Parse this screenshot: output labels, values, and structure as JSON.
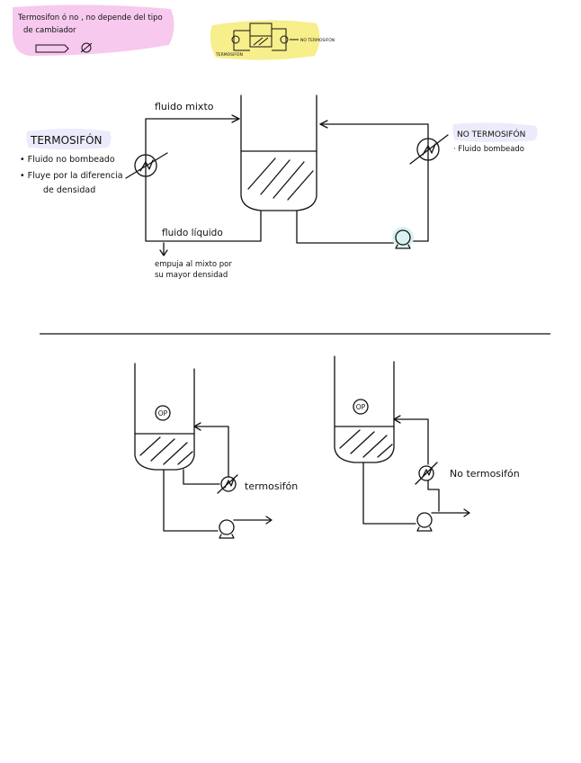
{
  "colors": {
    "pink_highlight": "#f7c9ee",
    "yellow_highlight": "#f7ee8c",
    "lavender_highlight": "#ecebfb",
    "pump_highlight": "#d9f2f1",
    "ink": "#111111"
  },
  "note": {
    "line1": "Termosifon ó no , no depende del tipo",
    "line2": "de cambiador"
  },
  "mini_sketch": {
    "label_left": "TERMOSIFÓN",
    "label_right": "NO TERMOSIFÓN"
  },
  "top_diagram": {
    "label_mixed_fluid": "fluido mixto",
    "label_liquid_fluid": "fluido líquido",
    "push_line1": "empuja al  mixto por",
    "push_line2": "su mayor densidad",
    "left_title": "TERMOSIFÓN",
    "left_bullet1": "• Fluido no bombeado",
    "left_bullet2": "• Fluye por la diferencia",
    "left_bullet3": "de densidad",
    "right_title": "NO TERMOSIFÓN",
    "right_bullet1": "· Fluido bombeado"
  },
  "bottom_left": {
    "badge": "OP",
    "label": "termosifón"
  },
  "bottom_right": {
    "badge": "OP",
    "label": "No termosifón"
  }
}
